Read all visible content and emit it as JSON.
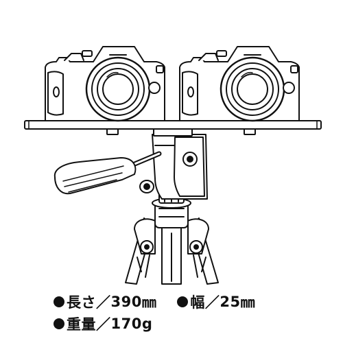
{
  "specs": [
    {
      "label": "長さ",
      "separator": "／",
      "value": "390",
      "unit": "㎜"
    },
    {
      "label": "幅",
      "separator": "／",
      "value": "25",
      "unit": "㎜"
    },
    {
      "label": "重量",
      "separator": "／",
      "value": "170",
      "unit": "g"
    }
  ],
  "icons": {
    "bullet": "bullet-icon",
    "camera": "camera-icon",
    "tripod": "tripod-icon",
    "plate": "mounting-plate-icon"
  },
  "colors": {
    "line": "#111111",
    "background": "#ffffff"
  }
}
